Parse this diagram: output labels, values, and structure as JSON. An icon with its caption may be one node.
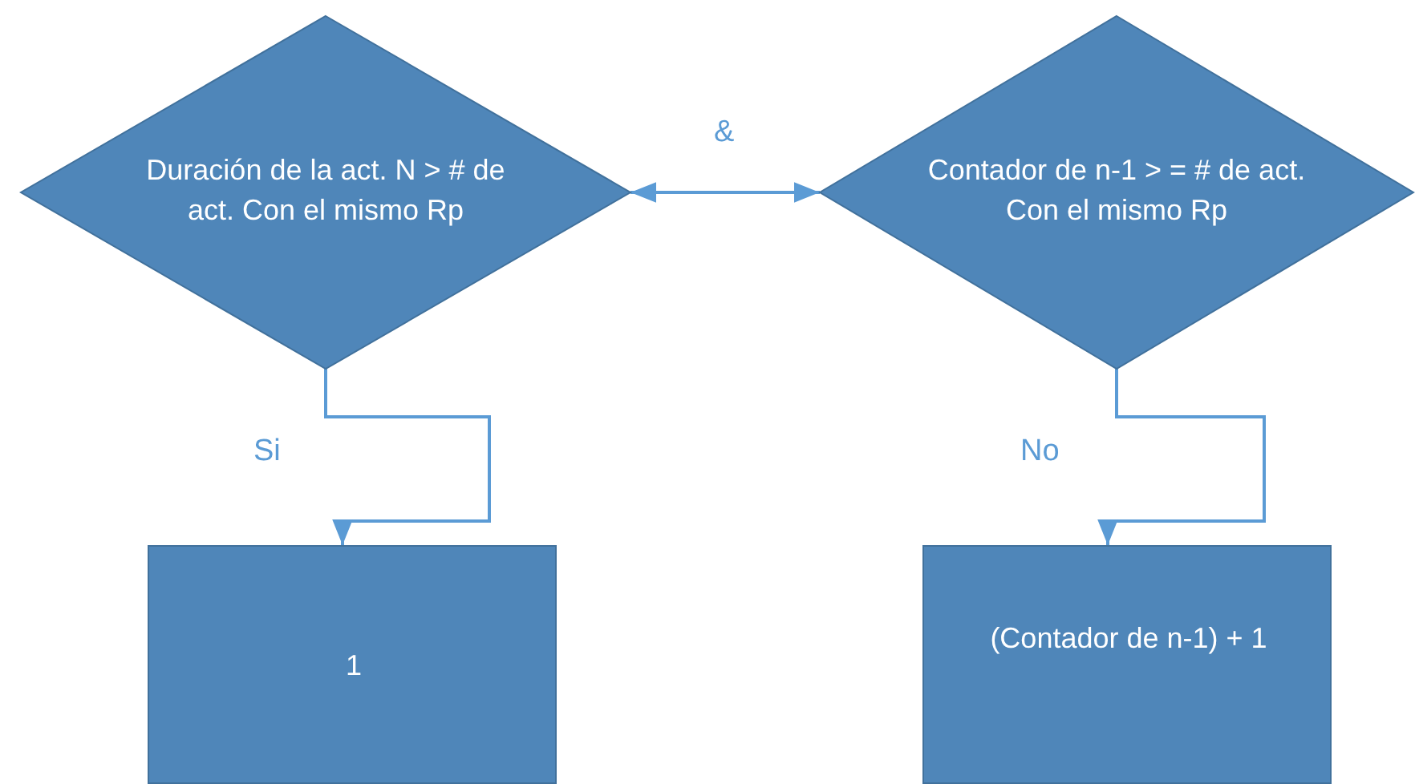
{
  "diagram": {
    "nodes": [
      {
        "text": [
          "Duración de la act. N > # de act. Con el mismo Rp"
        ]
      },
      {
        "text": [
          "Contador de n-1 > = # de act. Con el mismo Rp"
        ]
      },
      {
        "text": [
          "1"
        ]
      },
      {
        "text": [
          "(Contador de n-1) + 1"
        ]
      }
    ],
    "edges": [
      {
        "from": 0,
        "to": 1,
        "arrow": "both",
        "label": "&"
      },
      {
        "from": 0,
        "to": 2,
        "arrow": "to",
        "label": "Si"
      },
      {
        "from": 1,
        "to": 3,
        "arrow": "to",
        "label": "No"
      }
    ]
  }
}
